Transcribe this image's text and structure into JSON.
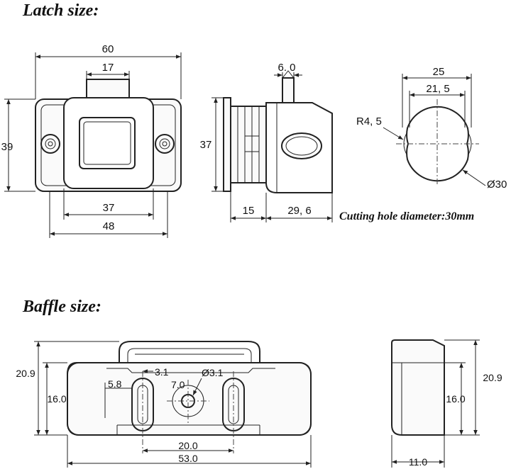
{
  "headings": {
    "latch": "Latch size:",
    "baffle": "Baffle size:"
  },
  "latch": {
    "front": {
      "width_overall": "60",
      "width_top": "17",
      "height": "39",
      "width_holes": "37",
      "width_base": "48"
    },
    "side": {
      "pin": "6. 0",
      "height": "37",
      "depth_a": "15",
      "depth_b": "29, 6"
    },
    "hole": {
      "outer": "25",
      "inner": "21, 5",
      "radius": "R4, 5",
      "diameter": "Ø30"
    },
    "cutting_note": "Cutting hole diameter:30mm"
  },
  "baffle": {
    "front": {
      "height_total": "20.9",
      "height_body": "16.0",
      "slot_width": "3.1",
      "slot_offset": "5.8",
      "center_dim": "7.0",
      "hole_dia": "Ø3.1",
      "slot_pitch": "20.0",
      "width_total": "53.0"
    },
    "side": {
      "height_total": "20.9",
      "height_body": "16.0",
      "width": "11.0"
    }
  }
}
